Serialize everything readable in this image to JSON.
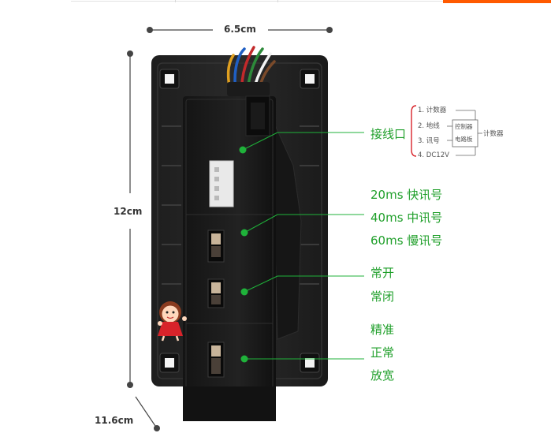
{
  "dimensions": {
    "width": "6.5cm",
    "height": "12cm",
    "depth": "11.6cm"
  },
  "callouts": {
    "connector": [
      "接线口"
    ],
    "speed": [
      "20ms 快讯号",
      "40ms 中讯号",
      "60ms 慢讯号"
    ],
    "contact": [
      "常开",
      "常闭"
    ],
    "mode": [
      "精准",
      "正常",
      "放宽"
    ]
  },
  "wiring_diagram": {
    "pins": [
      "1. 计数器",
      "2. 地线",
      "3. 讯号",
      "4. DC12V"
    ],
    "board": [
      "控制器",
      "电路板"
    ],
    "counter": "计数器"
  },
  "colors": {
    "accent": "#ff5a00",
    "label_green": "#1f9f2a",
    "callout_dot": "#1fb23a",
    "bracket_red": "#d8232a"
  },
  "icons": {
    "mascot": "cartoon-girl-mascot-icon"
  }
}
